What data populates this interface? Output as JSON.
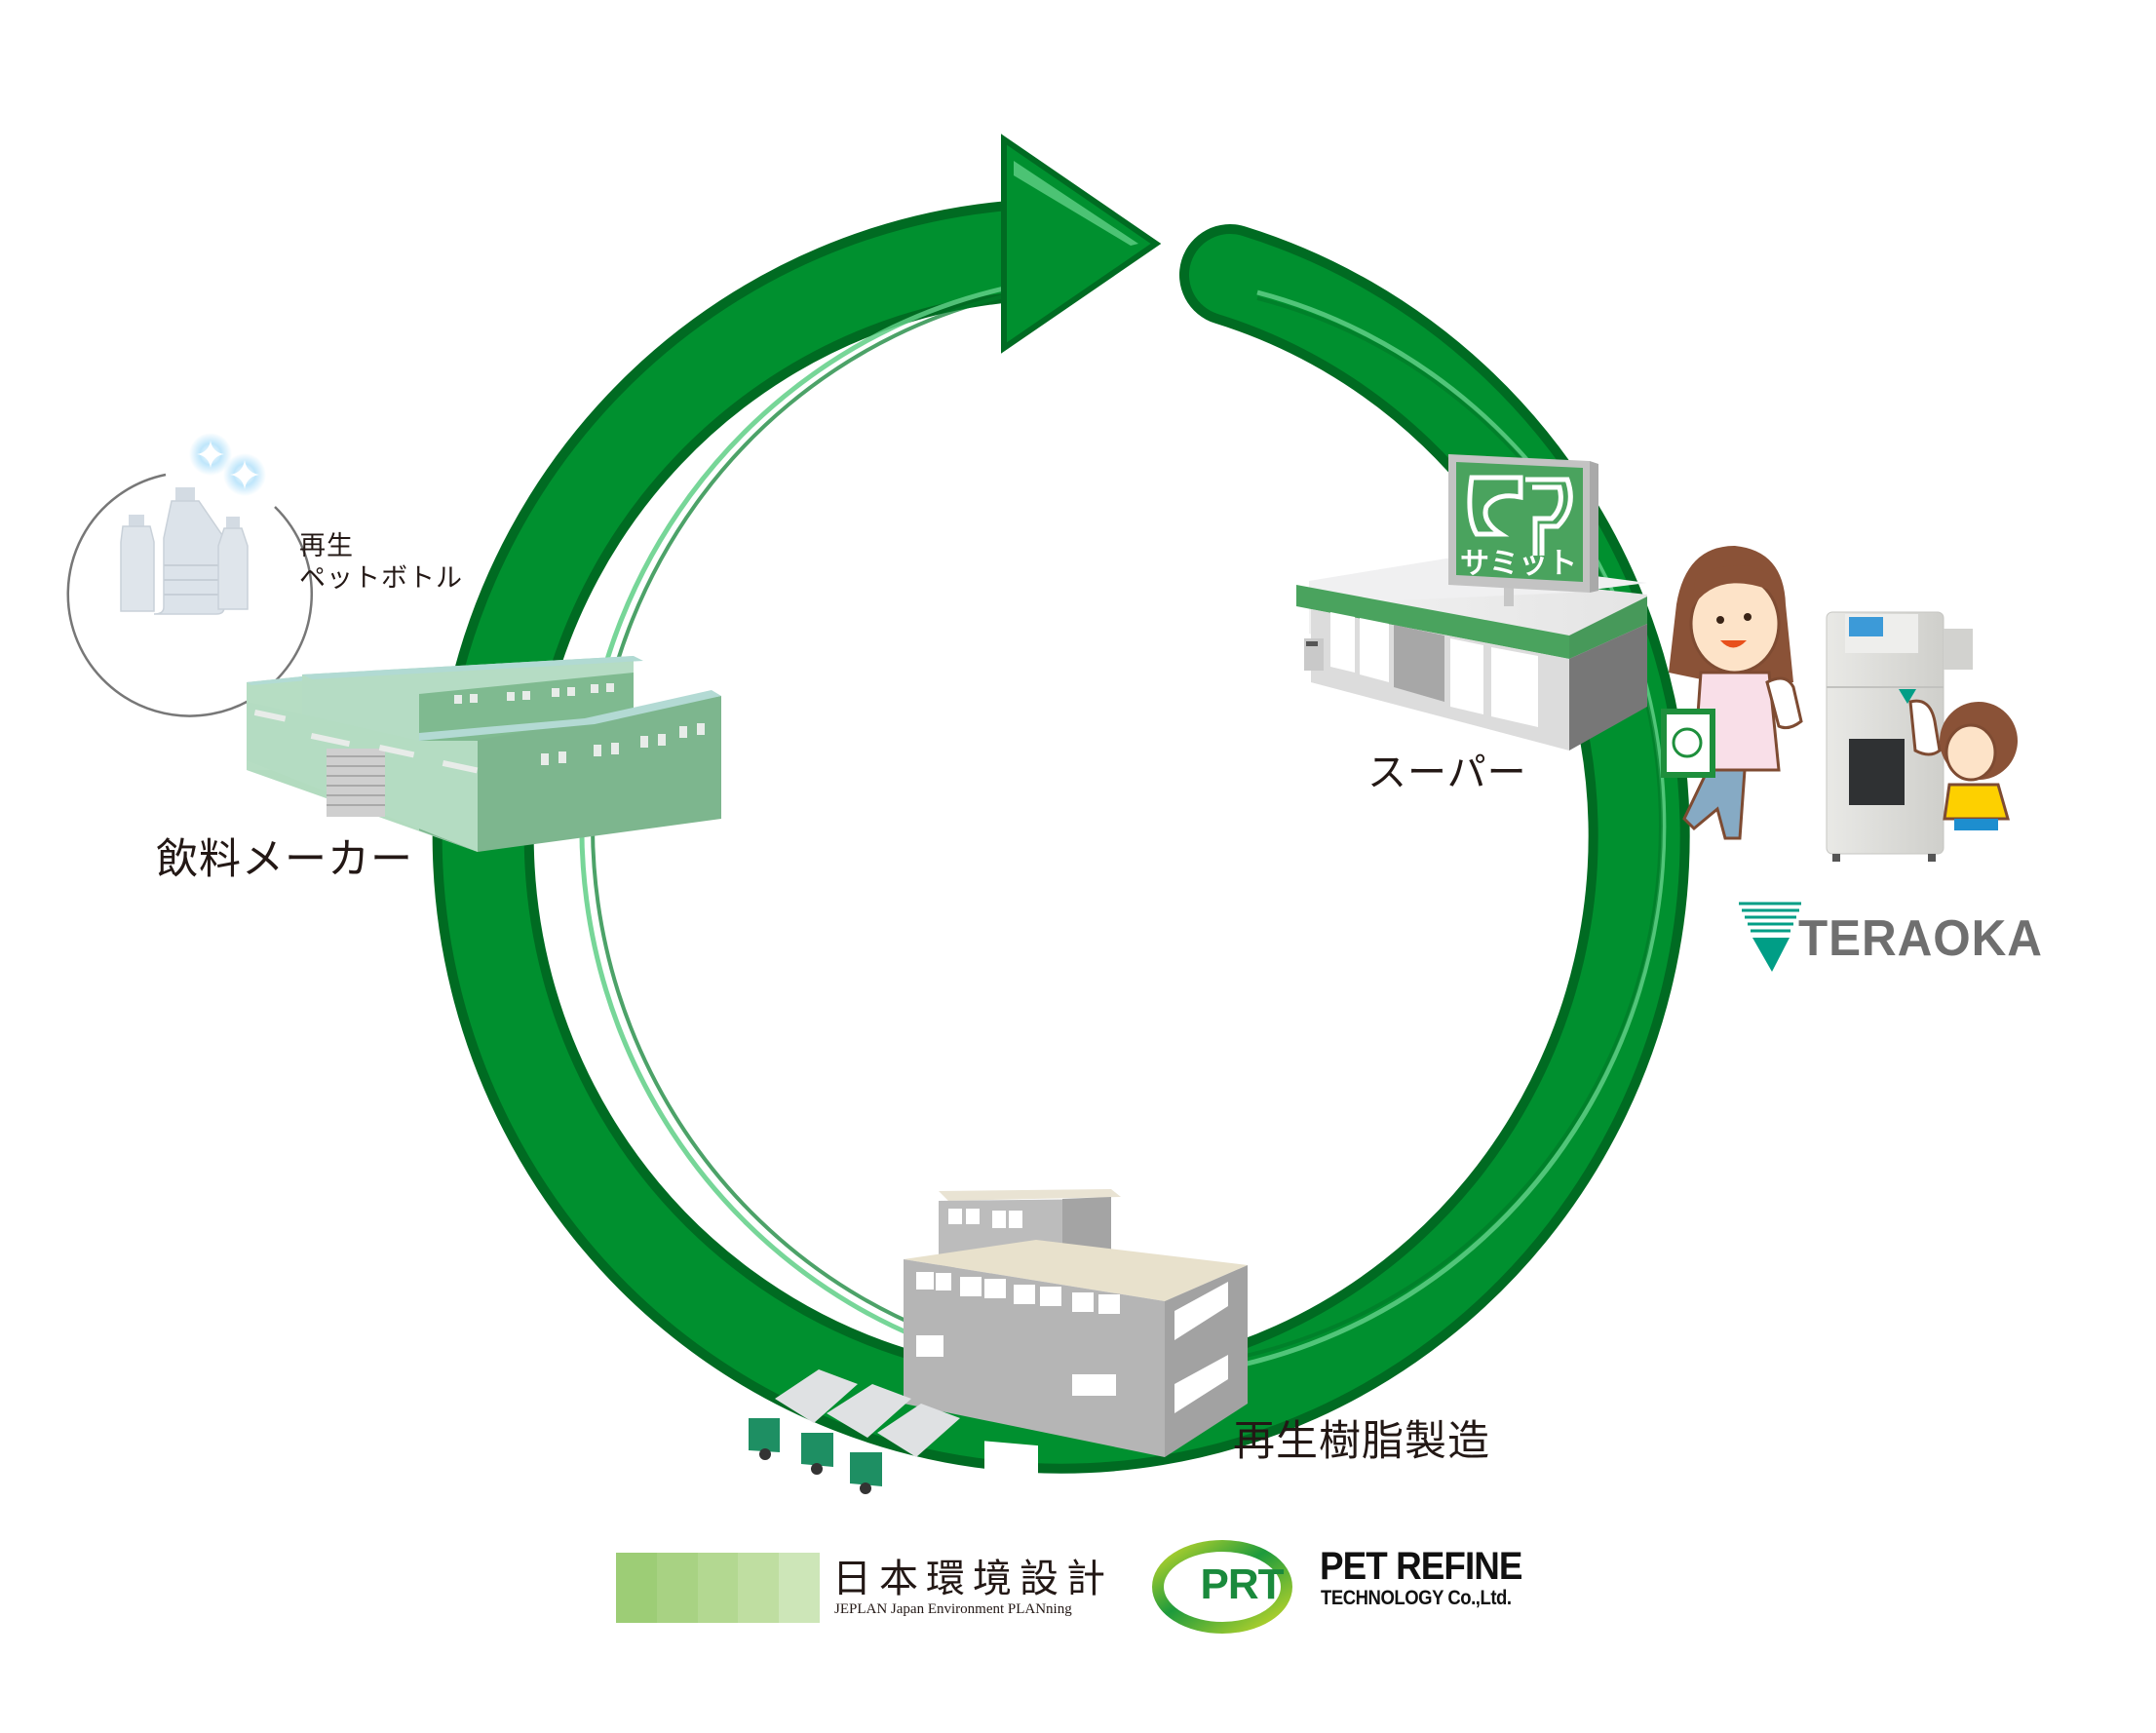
{
  "diagram": {
    "type": "recycling-loop",
    "colors": {
      "ring_main": "#00902f",
      "ring_dark": "#006b22",
      "ring_highlight": "#5fcf86",
      "text": "#231815",
      "summit_green": "#4aa35e",
      "teraoka_teal": "#009e86",
      "teraoka_gray": "#6f6f6f"
    },
    "nodes": {
      "bottles": {
        "label_line1": "再生",
        "label_line2": "ペットボトル",
        "icon": "pet-bottles-icon"
      },
      "maker": {
        "label": "飲料メーカー",
        "icon": "beverage-factory-icon"
      },
      "supermarket": {
        "label": "スーパー",
        "icon": "supermarket-icon",
        "sign_text": "サミット"
      },
      "resin": {
        "label": "再生樹脂製造",
        "icon": "resin-plant-icon"
      }
    },
    "logos": {
      "teraoka": {
        "text": "TERAOKA"
      },
      "jeplan": {
        "kanji": "日本環境設計",
        "subtitle": "JEPLAN Japan Environment PLANning",
        "stripes": [
          "#9dcd76",
          "#a8d283",
          "#b3d891",
          "#bfdea1",
          "#cde6b8"
        ]
      },
      "prt": {
        "mark": "PRT",
        "name": "PET REFINE",
        "subtitle": "TECHNOLOGY Co.,Ltd."
      }
    }
  }
}
